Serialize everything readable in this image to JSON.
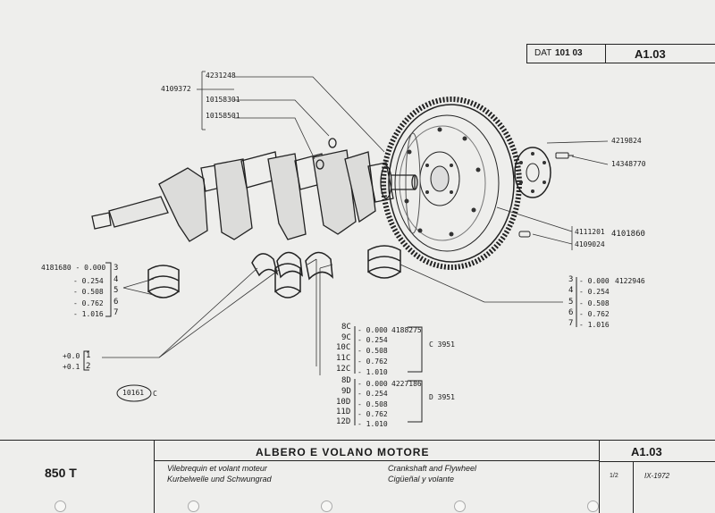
{
  "header": {
    "dat_prefix": "DAT",
    "dat_number": "101 03",
    "page_code": "A1.03"
  },
  "parts": {
    "p4109372": "4109372",
    "p4231248": "4231248",
    "p10158301": "10158301",
    "p10158501": "10158501",
    "p4219824": "4219824",
    "p14348770": "14348770",
    "p4111201": "4111201",
    "p4109024": "4109024",
    "p4101860": "4101860",
    "p4181680": "4181680 - 0.000",
    "p4122946": "4122946",
    "p10161": "10161",
    "p10161_suffix": "C"
  },
  "left_bearings": {
    "offsets": [
      "- 0.254",
      "- 0.508",
      "- 0.762",
      "- 1.016"
    ],
    "nums": [
      "3",
      "4",
      "5",
      "6",
      "7"
    ]
  },
  "thrust_washers": {
    "items": [
      {
        "offset": "+0.0",
        "num": "1"
      },
      {
        "offset": "+0.1",
        "num": "2"
      }
    ]
  },
  "right_bearings": {
    "nums": [
      "3",
      "4",
      "5",
      "6",
      "7"
    ],
    "offsets": [
      "- 0.000",
      "- 0.254",
      "- 0.508",
      "- 0.762",
      "- 1.016"
    ]
  },
  "c_group": {
    "codes": [
      "8C",
      "9C",
      "10C",
      "11C",
      "12C"
    ],
    "offsets": [
      "- 0.000",
      "- 0.254",
      "- 0.508",
      "- 0.762",
      "- 1.010"
    ],
    "part": "4188275",
    "label": "C 3951"
  },
  "d_group": {
    "codes": [
      "8D",
      "9D",
      "10D",
      "11D",
      "12D"
    ],
    "offsets": [
      "- 0.000",
      "- 0.254",
      "- 0.508",
      "- 0.762",
      "- 1.010"
    ],
    "part": "4227186",
    "label": "D 3951"
  },
  "footer": {
    "model": "850 T",
    "title": "ALBERO E VOLANO MOTORE",
    "fr": "Vilebrequin et volant moteur",
    "de": "Kurbelwelle und Schwungrad",
    "en": "Crankshaft and Flywheel",
    "es": "Cigüeñal y volante",
    "code": "A1.03",
    "sheet": "1/2",
    "date": "IX-1972"
  }
}
